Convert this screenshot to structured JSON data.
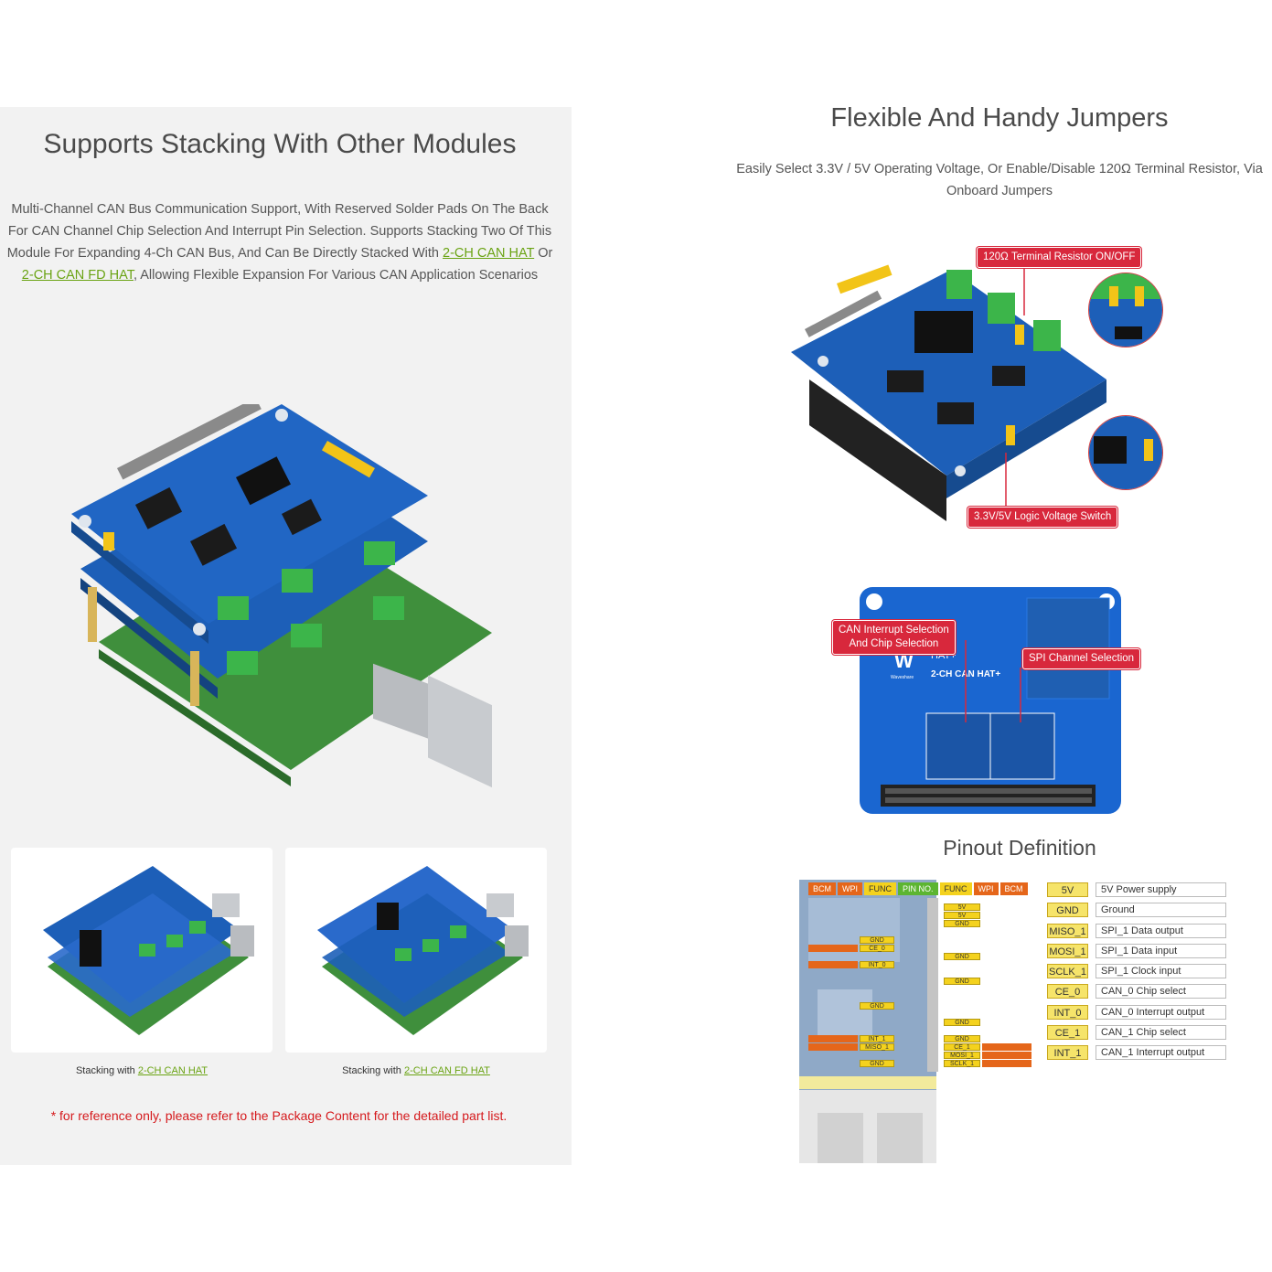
{
  "left": {
    "title": "Supports Stacking With Other Modules",
    "desc_1": "Multi-Channel CAN Bus Communication Support, With Reserved Solder Pads On The Back For CAN Channel Chip Selection And Interrupt Pin Selection. Supports Stacking Two Of This Module For Expanding 4-Ch CAN Bus, And Can Be Directly Stacked With ",
    "link_can_hat": "2-CH CAN HAT",
    "desc_or": " Or ",
    "link_can_fd_hat": "2-CH CAN FD HAT",
    "desc_2": ", Allowing Flexible Expansion For Various CAN Application Scenarios",
    "caption_prefix": "Stacking with ",
    "caption_1_link": "2-CH CAN HAT",
    "caption_2_link": "2-CH CAN FD HAT",
    "note": "* for reference only, please refer to the Package Content for the detailed part list."
  },
  "right": {
    "title": "Flexible And Handy Jumpers",
    "desc": "Easily Select 3.3V / 5V Operating Voltage, Or Enable/Disable 120Ω Terminal Resistor, Via Onboard Jumpers",
    "callout_terminal": "120Ω Terminal Resistor ON/OFF",
    "callout_logic": "3.3V/5V Logic Voltage Switch",
    "callout_can_line1": "CAN Interrupt Selection",
    "callout_can_line2": "And Chip Selection",
    "callout_spi": "SPI Channel Selection",
    "board_brand": "Waveshare",
    "board_hat": "HAT+",
    "board_name": "2-CH CAN HAT+",
    "pinout_title": "Pinout Definition",
    "pin_headers": [
      "BCM",
      "WPI",
      "FUNC",
      "PIN NO.",
      "FUNC",
      "WPI",
      "BCM"
    ],
    "legend": [
      {
        "key": "5V",
        "value": "5V Power supply"
      },
      {
        "key": "GND",
        "value": "Ground"
      },
      {
        "key": "MISO_1",
        "value": "SPI_1 Data output"
      },
      {
        "key": "MOSI_1",
        "value": "SPI_1 Data input"
      },
      {
        "key": "SCLK_1",
        "value": "SPI_1 Clock input"
      },
      {
        "key": "CE_0",
        "value": "CAN_0 Chip select"
      },
      {
        "key": "INT_0",
        "value": "CAN_0 Interrupt output"
      },
      {
        "key": "CE_1",
        "value": "CAN_1 Chip select"
      },
      {
        "key": "INT_1",
        "value": "CAN_1 Interrupt output"
      }
    ],
    "pin_labels": {
      "p5v_a": "5V",
      "p5v_b": "5V",
      "gnd_1": "GND",
      "gnd_2": "GND",
      "ce0": "CE_0",
      "int0": "INT_0",
      "gnd_3": "GND",
      "gnd_4": "GND",
      "gnd_5": "GND",
      "gnd_6": "GND",
      "int1": "INT_1",
      "miso": "MISO_1",
      "gnd_7": "GND",
      "gnd_8": "GND",
      "ce1": "CE_1",
      "mosi": "MOSI_1",
      "sclk": "SCLK_1"
    }
  },
  "colors": {
    "accent_green": "#6aa313",
    "callout_red": "#d8283c",
    "pcb_blue": "#1d5fb8",
    "terminal_green": "#3cb54a",
    "header_yellow": "#f2c418",
    "note_red": "#d5191c"
  }
}
